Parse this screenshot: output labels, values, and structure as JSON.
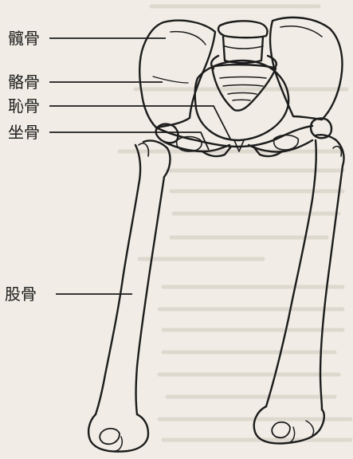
{
  "labels": [
    "髖骨",
    "骼骨",
    "恥骨",
    "坐骨",
    "股骨"
  ],
  "colors": {
    "paper": "#f1ede6",
    "ink": "#1c1c1c",
    "bleed": "#c9c3b8"
  }
}
